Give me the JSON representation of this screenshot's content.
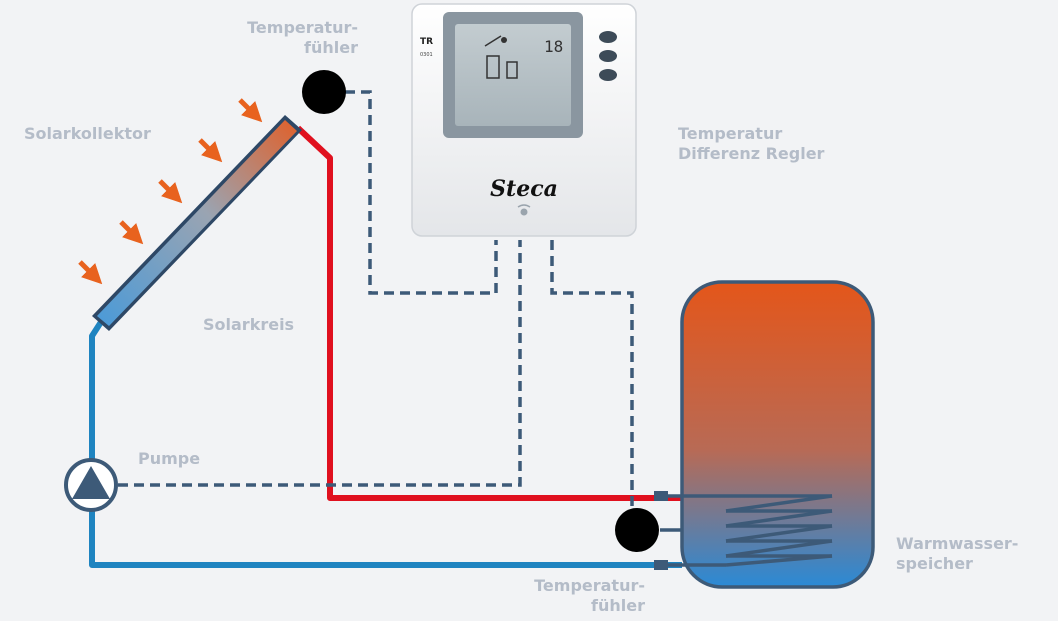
{
  "labels": {
    "sensor_top": [
      "Temperatur-",
      "fühler"
    ],
    "collector": "Solarkollektor",
    "controller": [
      "Temperatur",
      "Differenz Regler"
    ],
    "circuit": "Solarkreis",
    "pump": "Pumpe",
    "sensor_bottom": [
      "Temperatur-",
      "fühler"
    ],
    "tank": [
      "Warmwasser-",
      "speicher"
    ]
  },
  "device": {
    "brand": "Steca",
    "model": "TR",
    "model_sub": "0301",
    "display_value": "18"
  },
  "colors": {
    "hot_pipe": "#e0101e",
    "cold_pipe": "#1f84c0",
    "signal_wire": "#3d5a78",
    "arrow": "#e8621e",
    "tank_top": "#e45a1a",
    "tank_bottom": "#2a8ad4",
    "label": "#b4bcc8"
  },
  "icons": [
    "sun-ray-arrow-icon",
    "pump-icon",
    "sensor-icon",
    "heat-exchanger-coil-icon"
  ]
}
